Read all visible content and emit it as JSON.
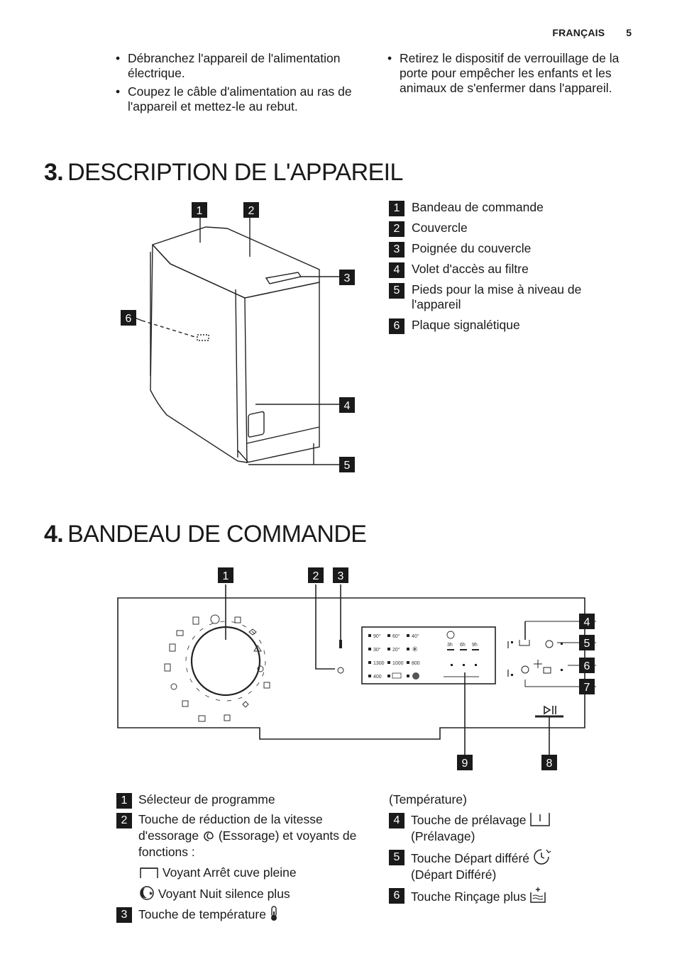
{
  "header": {
    "language": "FRANÇAIS",
    "page_number": "5"
  },
  "intro_bullets": {
    "left": [
      "Débranchez l'appareil de l'alimentation électrique.",
      "Coupez le câble d'alimentation au ras de l'appareil et mettez-le au rebut."
    ],
    "right": [
      "Retirez le dispositif de verrouillage de la porte pour empêcher les enfants et les animaux de s'enfermer dans l'appareil."
    ]
  },
  "section3": {
    "number": "3.",
    "title": "DESCRIPTION DE L'APPAREIL",
    "figure_callouts": [
      "1",
      "2",
      "3",
      "4",
      "5",
      "6"
    ],
    "legend": [
      {
        "num": "1",
        "text": "Bandeau de commande"
      },
      {
        "num": "2",
        "text": "Couvercle"
      },
      {
        "num": "3",
        "text": "Poignée du couvercle"
      },
      {
        "num": "4",
        "text": "Volet d'accès au filtre"
      },
      {
        "num": "5",
        "text": "Pieds pour la mise à niveau de l'appareil"
      },
      {
        "num": "6",
        "text": "Plaque signalétique"
      }
    ]
  },
  "section4": {
    "number": "4.",
    "title": "BANDEAU DE COMMANDE",
    "figure_callouts": [
      "1",
      "2",
      "3",
      "4",
      "5",
      "6",
      "7",
      "8",
      "9"
    ],
    "display": {
      "temps": [
        "90°",
        "60°",
        "40°",
        "30°",
        "20°"
      ],
      "speeds": [
        "1300",
        "1000",
        "800",
        "400"
      ],
      "delays": [
        "3h",
        "6h",
        "9h"
      ]
    },
    "legend_left": [
      {
        "num": "1",
        "text": "Sélecteur de programme"
      },
      {
        "num": "2",
        "text_a": "Touche de réduction de la vitesse d'essorage",
        "text_b": "(Essorage) et voyants de fonctions :"
      },
      {
        "num": "3",
        "text": "Touche de température"
      }
    ],
    "sub_items": [
      {
        "icon": "tank-full-icon",
        "text": "Voyant Arrêt cuve pleine"
      },
      {
        "icon": "night-silence-icon",
        "text": "Voyant Nuit silence plus"
      }
    ],
    "legend_right_cont": "(Température)",
    "legend_right": [
      {
        "num": "4",
        "text": "Touche de prélavage",
        "note": "(Prélavage)"
      },
      {
        "num": "5",
        "text": "Touche Départ différé",
        "note": "(Départ Différé)"
      },
      {
        "num": "6",
        "text": "Touche Rinçage plus"
      }
    ]
  }
}
